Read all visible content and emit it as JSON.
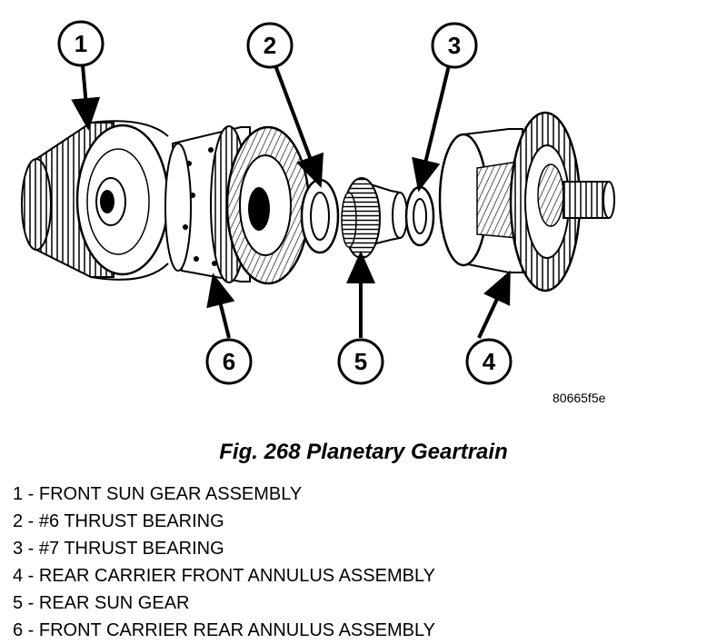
{
  "figure": {
    "code": "80665f5e",
    "callouts": [
      "1",
      "2",
      "3",
      "4",
      "5",
      "6"
    ]
  },
  "caption": "Fig. 268 Planetary Geartrain",
  "legend": [
    "1 - FRONT SUN GEAR ASSEMBLY",
    "2 - #6 THRUST BEARING",
    "3 - #7 THRUST BEARING",
    "4 - REAR CARRIER FRONT ANNULUS ASSEMBLY",
    "5 - REAR SUN GEAR",
    "6 - FRONT CARRIER REAR ANNULUS ASSEMBLY"
  ]
}
